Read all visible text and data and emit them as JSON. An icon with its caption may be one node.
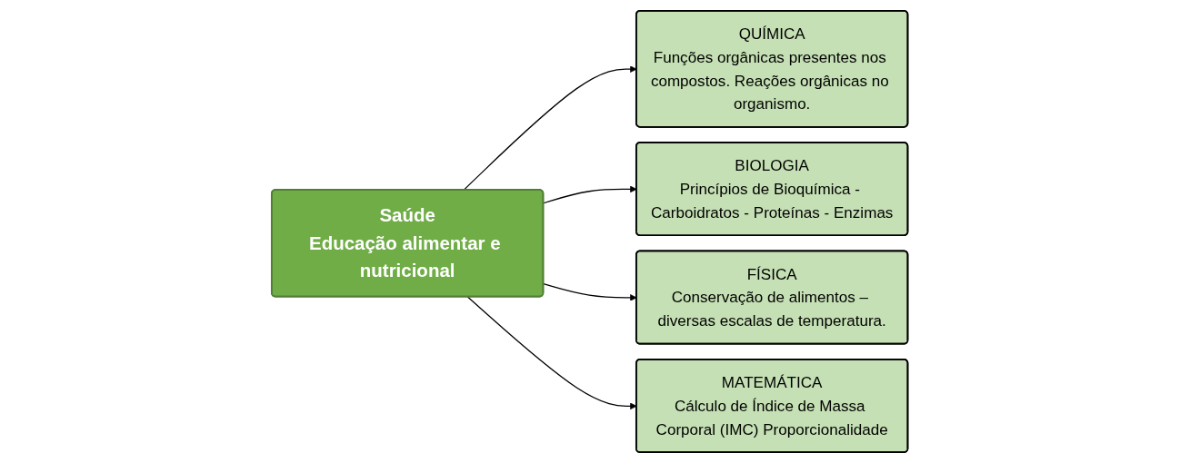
{
  "diagram": {
    "nodes": [
      {
        "text": [
          "QUÍMICA",
          "Funções orgânicas presentes nos compostos. Reações orgânicas no organismo."
        ]
      },
      {
        "text": [
          "BIOLOGIA",
          "Princípios de Bioquímica - Carboidratos - Proteínas - Enzimas"
        ]
      },
      {
        "text": [
          "Saúde",
          "Educação alimentar e nutricional"
        ]
      },
      {
        "text": [
          "FÍSICA",
          "Conservação de alimentos – diversas escalas de temperatura."
        ]
      },
      {
        "text": [
          "MATEMÁTICA",
          "Cálculo de Índice de Massa Corporal (IMC) Proporcionalidade"
        ]
      }
    ],
    "edges": [
      {
        "from": 2,
        "to": 0,
        "arrow": "to"
      },
      {
        "from": 2,
        "to": 1,
        "arrow": "to"
      },
      {
        "from": 2,
        "to": 3,
        "arrow": "to"
      },
      {
        "from": 2,
        "to": 4,
        "arrow": "to"
      }
    ]
  }
}
